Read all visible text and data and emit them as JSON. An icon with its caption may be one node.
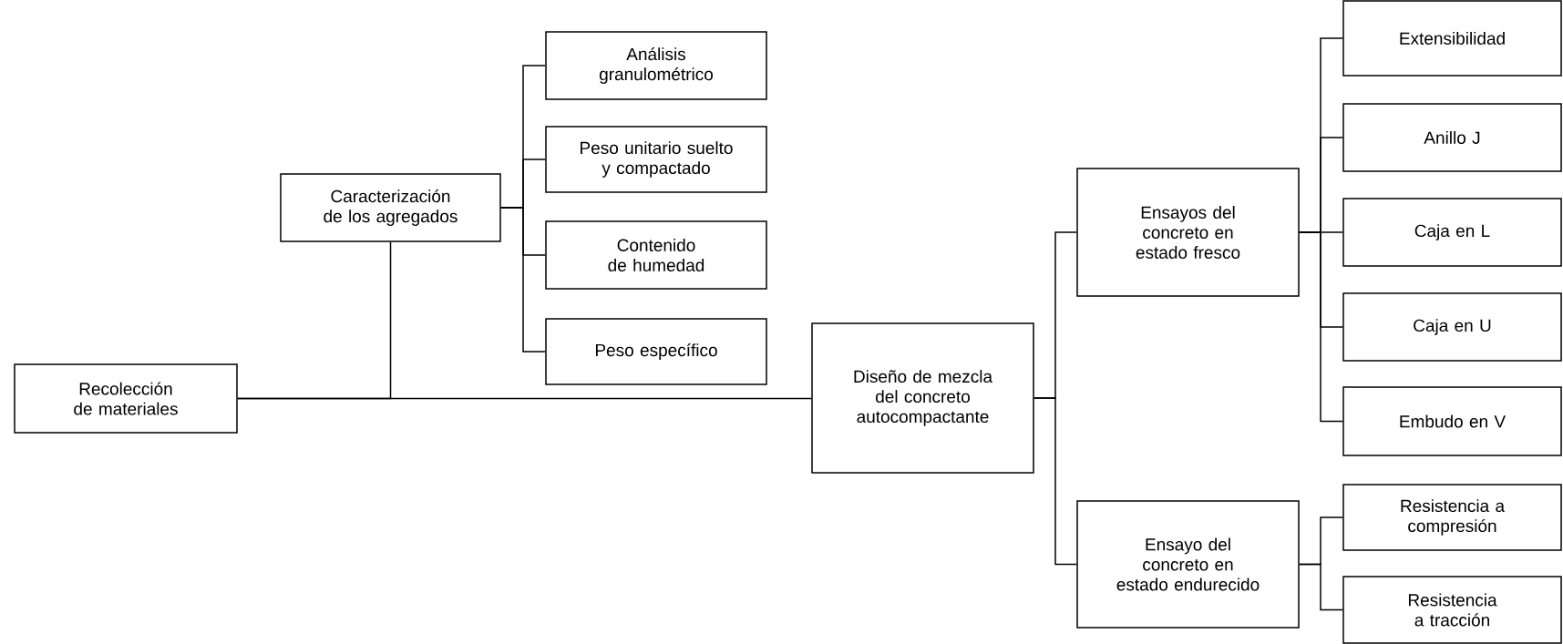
{
  "diagram": {
    "nodes": [
      {
        "text": [
          "Recolección de materiales"
        ]
      },
      {
        "text": [
          "Caracterización de los agregados"
        ]
      },
      {
        "text": [
          "Análisis granulométrico"
        ]
      },
      {
        "text": [
          "Peso unitario suelto y compactado"
        ]
      },
      {
        "text": [
          "Contenido de humedad"
        ]
      },
      {
        "text": [
          "Peso específico"
        ]
      },
      {
        "text": [
          "Diseño de mezcla del concreto autocompactante"
        ]
      },
      {
        "text": [
          "Ensayos del concreto en estado fresco"
        ]
      },
      {
        "text": [
          "Ensayo del concreto en estado endurecido"
        ]
      },
      {
        "text": [
          "Extensibilidad"
        ]
      },
      {
        "text": [
          "Anillo J"
        ]
      },
      {
        "text": [
          "Caja en L"
        ]
      },
      {
        "text": [
          "Caja en U"
        ]
      },
      {
        "text": [
          "Embudo en V"
        ]
      },
      {
        "text": [
          "Resistencia a compresión"
        ]
      },
      {
        "text": [
          "Resistencia a tracción"
        ]
      }
    ],
    "edges": [
      {
        "from": 0,
        "to": 1,
        "arrow": "none"
      },
      {
        "from": 0,
        "to": 6,
        "arrow": "none"
      },
      {
        "from": 1,
        "to": 2,
        "arrow": "none"
      },
      {
        "from": 1,
        "to": 3,
        "arrow": "none"
      },
      {
        "from": 1,
        "to": 4,
        "arrow": "none"
      },
      {
        "from": 1,
        "to": 5,
        "arrow": "none"
      },
      {
        "from": 6,
        "to": 7,
        "arrow": "none"
      },
      {
        "from": 6,
        "to": 8,
        "arrow": "none"
      },
      {
        "from": 7,
        "to": 9,
        "arrow": "none"
      },
      {
        "from": 7,
        "to": 10,
        "arrow": "none"
      },
      {
        "from": 7,
        "to": 11,
        "arrow": "none"
      },
      {
        "from": 7,
        "to": 12,
        "arrow": "none"
      },
      {
        "from": 7,
        "to": 13,
        "arrow": "none"
      },
      {
        "from": 8,
        "to": 14,
        "arrow": "none"
      },
      {
        "from": 8,
        "to": 15,
        "arrow": "none"
      }
    ]
  }
}
